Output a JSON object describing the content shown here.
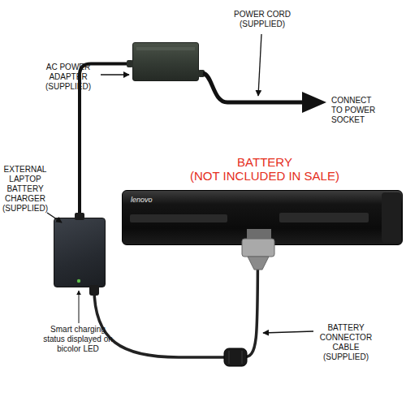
{
  "diagram": {
    "nodes": [
      {
        "text": [
          "AC POWER ADAPTER (SUPPLIED)"
        ]
      },
      {
        "text": [
          "EXTERNAL LAPTOP BATTERY CHARGER (SUPPLIED)"
        ]
      },
      {
        "text": [
          "BATTERY",
          "(NOT INCLUDED IN SALE)",
          "lenovo"
        ]
      }
    ],
    "edges": [
      {
        "from": 0,
        "to": 1,
        "arrow": "none"
      },
      {
        "from": 1,
        "to": 2,
        "arrow": "none"
      }
    ],
    "labels": [
      "POWER CORD (SUPPLIED)",
      "CONNECT TO POWER SOCKET",
      "Smart charging status displayed on bicolor LED",
      "BATTERY CONNECTOR CABLE (SUPPLIED)"
    ]
  }
}
